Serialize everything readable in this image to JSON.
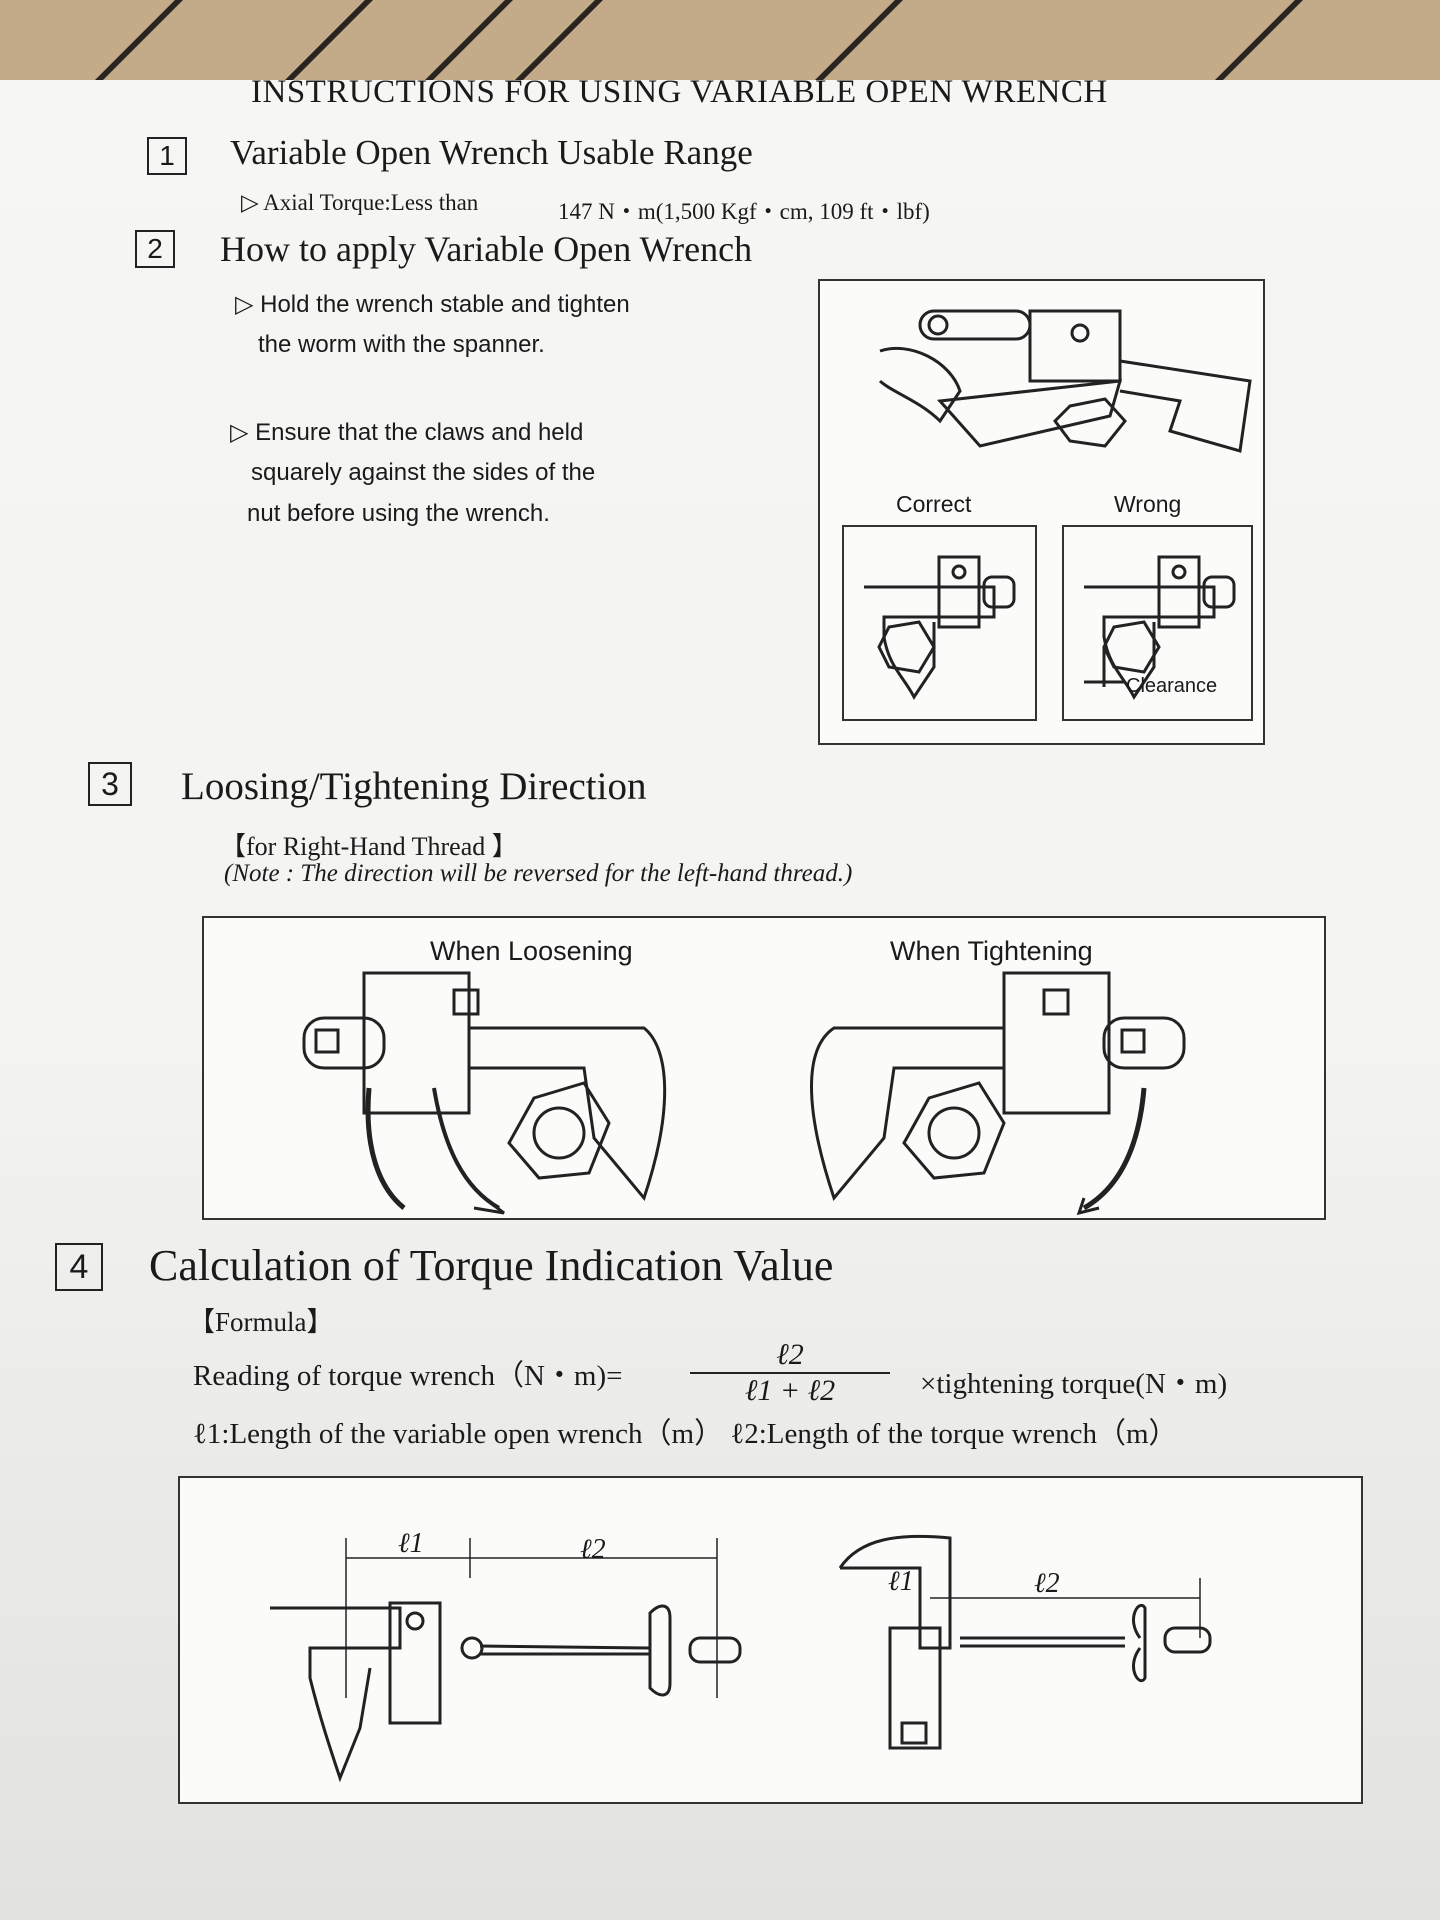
{
  "title": "INSTRUCTIONS FOR USING VARIABLE OPEN WRENCH",
  "sections": [
    {
      "number": "1",
      "heading": "Variable Open Wrench Usable Range",
      "lines": [
        "▷ Axial Torque:Less than",
        "147 N・m(1,500 Kgf・cm, 109 ft・lbf)"
      ]
    },
    {
      "number": "2",
      "heading": "How to apply Variable Open Wrench",
      "lines": [
        "▷ Hold the wrench stable and tighten",
        "the worm with the spanner.",
        "▷ Ensure that the claws and held",
        "squarely against the sides of the",
        "nut before using the wrench."
      ],
      "figure": {
        "correct": "Correct",
        "wrong": "Wrong",
        "clearance": "Clearance"
      }
    },
    {
      "number": "3",
      "heading": "Loosing/Tightening Direction",
      "lines": [
        "【for Right-Hand Thread 】",
        "(Note : The direction will be reversed for the left-hand thread.)"
      ],
      "figure": {
        "loosening": "When Loosening",
        "tightening": "When Tightening"
      }
    },
    {
      "number": "4",
      "heading": "Calculation of Torque Indication Value",
      "formula_label": "【Formula】",
      "formula_left": "Reading of torque wrench（N・m)=",
      "numerator": "ℓ2",
      "denominator": "ℓ1 + ℓ2",
      "formula_right": "×tightening torque(N・m)",
      "legend": "ℓ1:Length of the variable open wrench（m） ℓ2:Length of the torque wrench（m）",
      "figure": {
        "l1": "ℓ1",
        "l2": "ℓ2"
      }
    }
  ]
}
